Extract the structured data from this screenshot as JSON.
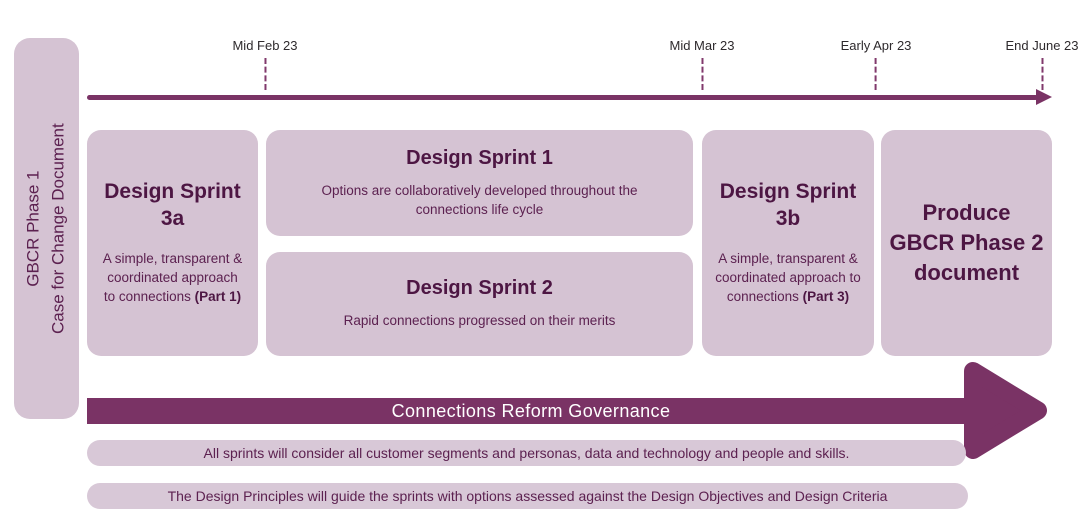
{
  "sidebar": {
    "line1": "GBCR Phase 1",
    "line2": "Case for Change Document"
  },
  "timeline": {
    "milestones": [
      {
        "label": "Mid Feb 23"
      },
      {
        "label": "Mid Mar 23"
      },
      {
        "label": "Early Apr 23"
      },
      {
        "label": "End June 23"
      }
    ]
  },
  "sprints": {
    "sprint3a": {
      "title": "Design Sprint 3a",
      "body": "A simple, transparent & coordinated approach to connections ",
      "body_bold": "(Part 1)"
    },
    "sprint1": {
      "title": "Design Sprint 1",
      "body": "Options are collaboratively developed throughout the connections life cycle"
    },
    "sprint2": {
      "title": "Design Sprint 2",
      "body": "Rapid connections progressed on their merits"
    },
    "sprint3b": {
      "title": "Design Sprint 3b",
      "body": "A simple, transparent & coordinated approach to connections ",
      "body_bold": "(Part 3)"
    },
    "produce": {
      "title": "Produce GBCR Phase 2 document"
    }
  },
  "governance": {
    "label": "Connections Reform Governance"
  },
  "banners": [
    {
      "text": "All sprints will consider all customer segments and personas, data and technology and people and skills."
    },
    {
      "text": "The Design Principles will guide the sprints with options assessed against the Design Objectives and Design Criteria"
    }
  ],
  "colors": {
    "plum_accent": "#7a3365",
    "card_fill": "#d5c3d3",
    "banner_fill": "#d8c8d7",
    "title_text": "#4d1643",
    "body_text": "#5c2150",
    "date_text": "#2e2a2d",
    "governance_text": "#ffffff"
  }
}
